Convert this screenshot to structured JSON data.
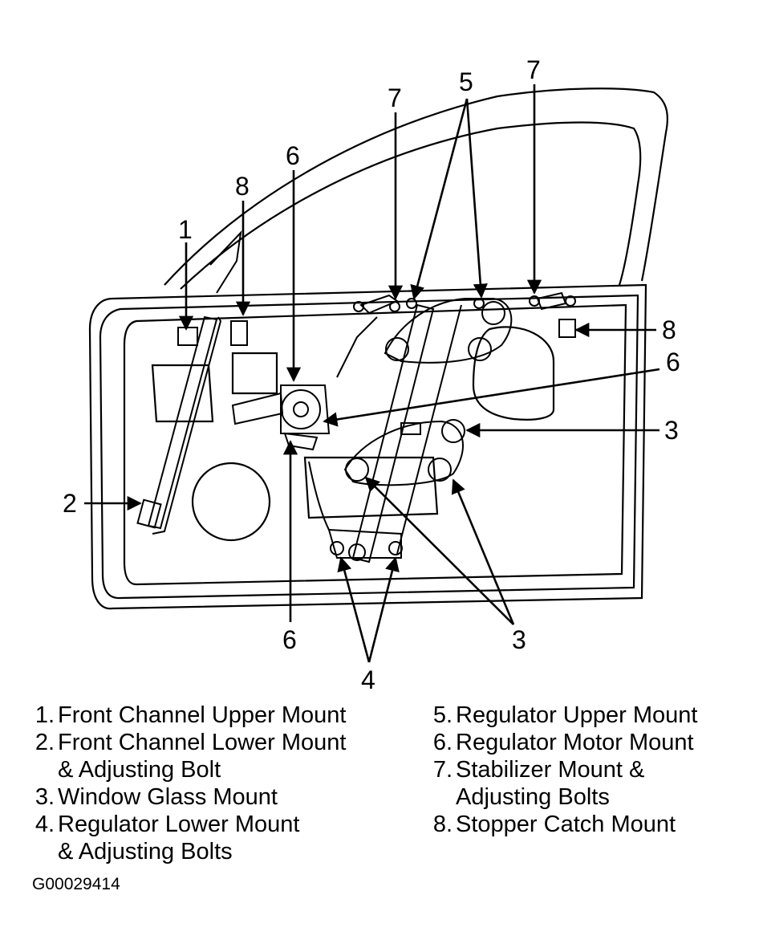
{
  "callouts": {
    "c1": "1",
    "c2": "2",
    "c3a": "3",
    "c3b": "3",
    "c4": "4",
    "c5": "5",
    "c6a": "6",
    "c6b": "6",
    "c6c": "6",
    "c7a": "7",
    "c7b": "7",
    "c8a": "8",
    "c8b": "8"
  },
  "legend": {
    "left": [
      {
        "num": "1.",
        "lines": [
          "Front Channel Upper Mount"
        ]
      },
      {
        "num": "2.",
        "lines": [
          "Front Channel Lower Mount",
          "& Adjusting Bolt"
        ]
      },
      {
        "num": "3.",
        "lines": [
          "Window Glass Mount"
        ]
      },
      {
        "num": "4.",
        "lines": [
          "Regulator Lower Mount",
          "& Adjusting Bolts"
        ]
      }
    ],
    "right": [
      {
        "num": "5.",
        "lines": [
          "Regulator Upper Mount"
        ]
      },
      {
        "num": "6.",
        "lines": [
          "Regulator Motor Mount"
        ]
      },
      {
        "num": "7.",
        "lines": [
          "Stabilizer Mount &",
          "Adjusting Bolts"
        ]
      },
      {
        "num": "8.",
        "lines": [
          "Stopper Catch Mount"
        ]
      }
    ]
  },
  "figure_code": "G00029414"
}
